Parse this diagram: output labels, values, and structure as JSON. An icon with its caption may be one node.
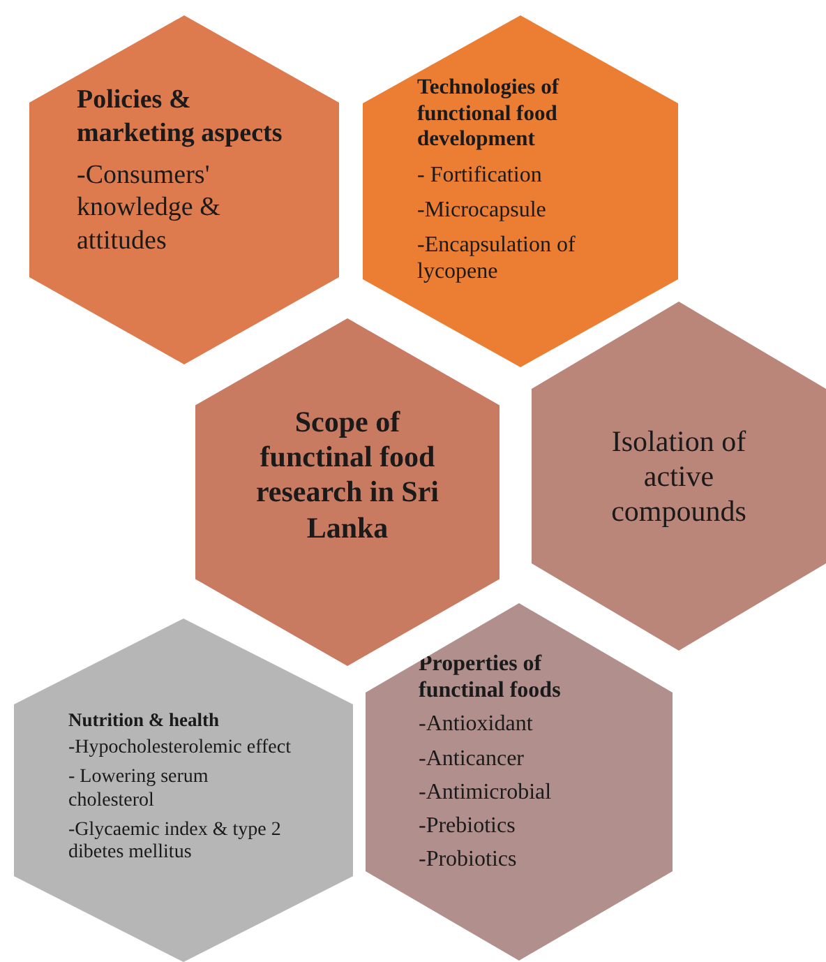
{
  "diagram": {
    "nodes": [
      {
        "text": [
          "Policies & marketing aspects",
          "-Consumers' knowledge & attitudes"
        ]
      },
      {
        "text": [
          "Technologies of functional food development",
          "- Fortification",
          "-Microcapsule",
          "-Encapsulation of lycopene"
        ]
      },
      {
        "text": [
          "Scope of functinal food research in Sri Lanka"
        ]
      },
      {
        "text": [
          "Isolation of active compounds"
        ]
      },
      {
        "text": [
          "Nutrition & health",
          "-Hypocholesterolemic effect",
          "- Lowering serum cholesterol",
          "-Glycaemic index & type 2 dibetes mellitus"
        ]
      },
      {
        "text": [
          "Properties of functinal foods",
          "-Antioxidant",
          "-Anticancer",
          "-Antimicrobial",
          "-Prebiotics",
          "-Probiotics"
        ]
      }
    ]
  }
}
